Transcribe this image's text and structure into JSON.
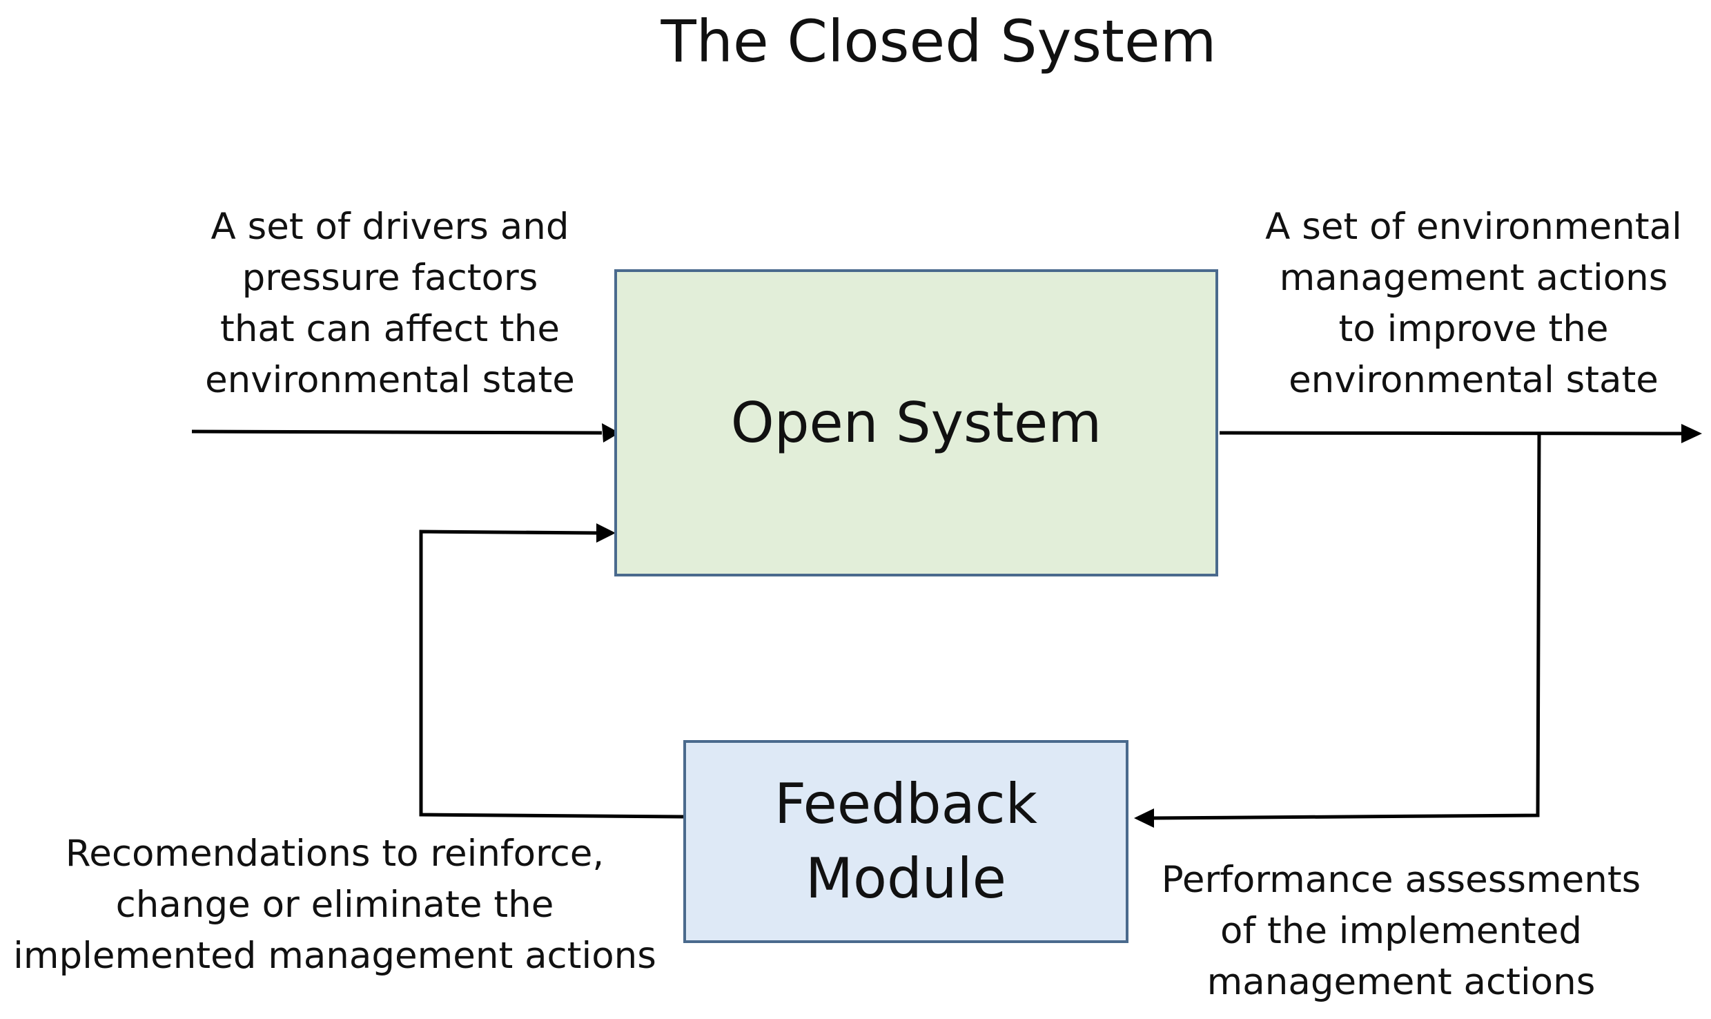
{
  "title": "The Closed System",
  "boxes": {
    "open_system": "Open System",
    "feedback_module": "Feedback\nModule"
  },
  "labels": {
    "inputs": "A set of drivers and\npressure factors\nthat can affect the\nenvironmental state",
    "outputs": "A set of environmental\nmanagement  actions\nto improve the\nenvironmental state",
    "recommendations": "Recomendations to reinforce,\nchange or eliminate the\nimplemented management actions",
    "performance": "Performance assessments\nof the implemented\nmanagement actions"
  },
  "colors": {
    "open_system_fill": "#e2eed9",
    "feedback_module_fill": "#dee9f6",
    "box_border": "#4a6a8d",
    "arrow": "#000000"
  }
}
